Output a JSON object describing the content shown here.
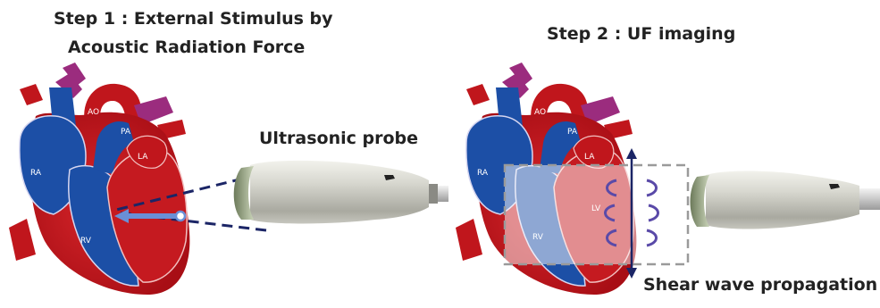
{
  "step1": {
    "title_line1": "Step 1 : External Stimulus by",
    "title_line2": "Acoustic Radiation Force"
  },
  "step2": {
    "title": "Step 2 : UF imaging"
  },
  "labels": {
    "probe": "Ultrasonic probe",
    "shear": "Shear wave propagation"
  },
  "heart_labels": {
    "ao": "AO",
    "pa": "PA",
    "la": "LA",
    "ra": "RA",
    "rv": "RV",
    "lv": "LV"
  },
  "colors": {
    "heart_red": "#c0161c",
    "vessel_blue": "#1c4fa6",
    "artery_purple": "#9b2c7e",
    "dash_navy": "#1b2566",
    "shear_wave": "#5a4aa8",
    "probe_grey": "#d4d4cc"
  }
}
